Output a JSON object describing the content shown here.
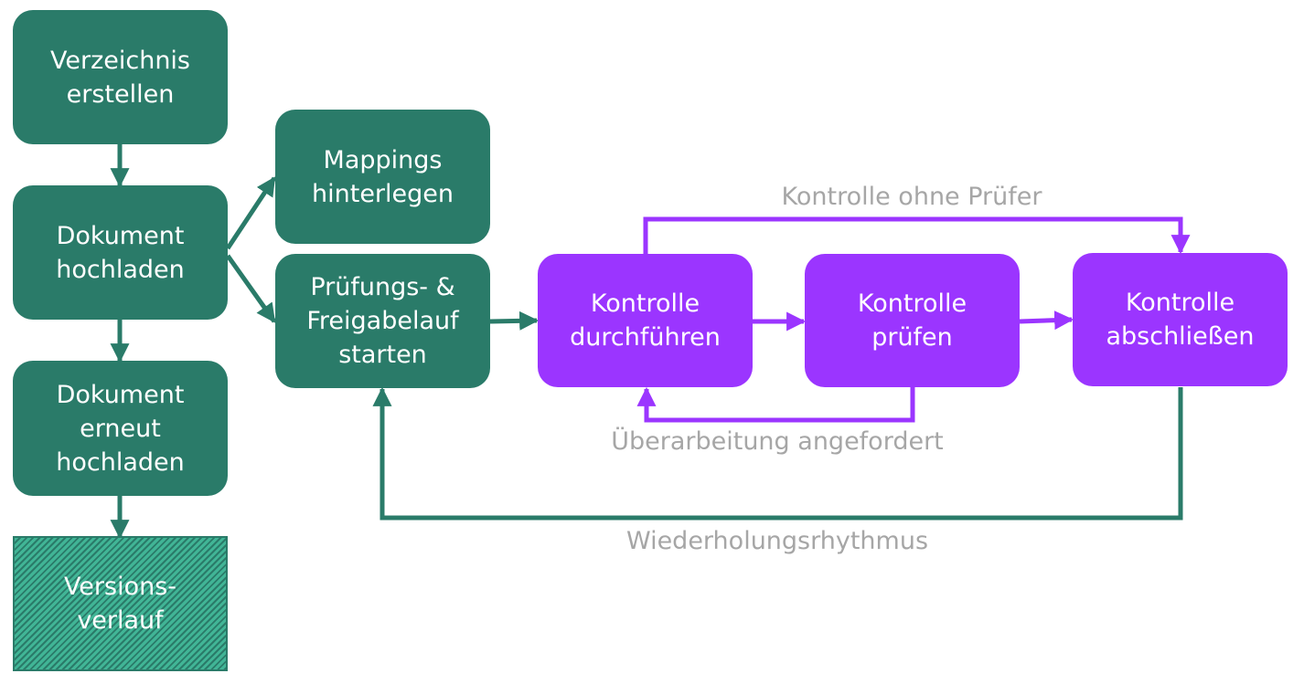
{
  "colors": {
    "green": "#2a7b69",
    "purple": "#9b35ff",
    "label_gray": "#a6a6a6",
    "hatch_light": "#41b596"
  },
  "nodes": {
    "verzeichnis": {
      "lines": [
        "Verzeichnis",
        "erstellen"
      ]
    },
    "dokument_hochladen": {
      "lines": [
        "Dokument",
        "hochladen"
      ]
    },
    "dokument_erneut": {
      "lines": [
        "Dokument",
        "erneut",
        "hochladen"
      ]
    },
    "versionsverlauf": {
      "lines": [
        "Versions-",
        "verlauf"
      ]
    },
    "mappings": {
      "lines": [
        "Mappings",
        "hinterlegen"
      ]
    },
    "pruefung_start": {
      "lines": [
        "Prüfungs- &",
        "Freigabelauf",
        "starten"
      ]
    },
    "kontrolle_durchfuehren": {
      "lines": [
        "Kontrolle",
        "durchführen"
      ]
    },
    "kontrolle_pruefen": {
      "lines": [
        "Kontrolle",
        "prüfen"
      ]
    },
    "kontrolle_abschliessen": {
      "lines": [
        "Kontrolle",
        "abschließen"
      ]
    }
  },
  "edge_labels": {
    "ohne_pruefer": "Kontrolle ohne Prüfer",
    "ueberarbeitung": "Überarbeitung angefordert",
    "wiederholung": "Wiederholungsrhythmus"
  }
}
